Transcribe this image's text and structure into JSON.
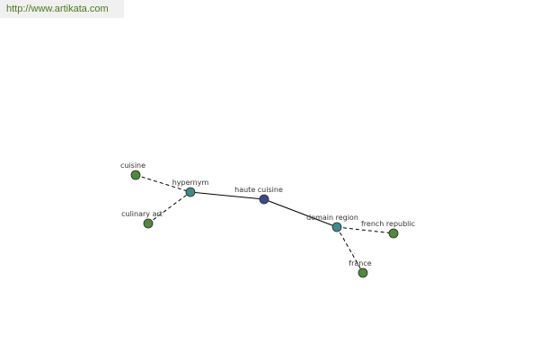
{
  "source": {
    "url_text": "http://www.artikata.com"
  },
  "colors": {
    "center": "#3c4a8c",
    "relation": "#3f8a8a",
    "term": "#4e8a3a",
    "stroke": "#2a2a2a",
    "edge": "#000000"
  },
  "graph": {
    "nodes": [
      {
        "id": "haute-cuisine",
        "label": "haute cuisine",
        "kind": "center"
      },
      {
        "id": "hypernym",
        "label": "hypernym",
        "kind": "relation"
      },
      {
        "id": "domain-region",
        "label": "domain region",
        "kind": "relation"
      },
      {
        "id": "cuisine",
        "label": "cuisine",
        "kind": "term"
      },
      {
        "id": "culinary-art",
        "label": "culinary art",
        "kind": "term"
      },
      {
        "id": "french-republic",
        "label": "french republic",
        "kind": "term"
      },
      {
        "id": "france",
        "label": "france",
        "kind": "term"
      }
    ],
    "edges": [
      {
        "from": "hypernym",
        "to": "haute-cuisine",
        "style": "solid"
      },
      {
        "from": "haute-cuisine",
        "to": "domain-region",
        "style": "solid"
      },
      {
        "from": "cuisine",
        "to": "hypernym",
        "style": "dashed"
      },
      {
        "from": "culinary-art",
        "to": "hypernym",
        "style": "dashed"
      },
      {
        "from": "domain-region",
        "to": "french-republic",
        "style": "dashed"
      },
      {
        "from": "domain-region",
        "to": "france",
        "style": "dashed"
      }
    ]
  }
}
